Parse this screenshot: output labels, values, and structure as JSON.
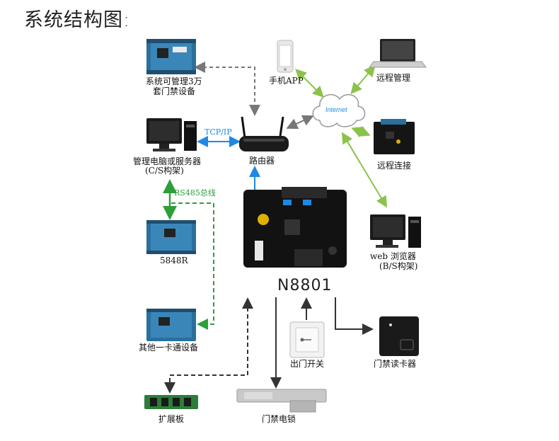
{
  "title": "系统结构图:",
  "nodes": {
    "multi_door": {
      "line1": "系统可管理3万",
      "line2": "套门禁设备"
    },
    "phone": {
      "label": "手机APP"
    },
    "internet": {
      "label": "Internet"
    },
    "remote_mgmt": {
      "label": "远程管理"
    },
    "pc_server": {
      "line1": "管理电脑或服务器",
      "line2": "(C/S构架)"
    },
    "router": {
      "label": "路由器"
    },
    "remote_conn": {
      "label": "远程连接"
    },
    "controller_5848": {
      "label": "5848R"
    },
    "web_browser": {
      "line1": "web 浏览器",
      "line2": "(B/S构架)"
    },
    "other_card": {
      "label": "其他一卡通设备"
    },
    "controller_main": {
      "label": "N8801"
    },
    "exit_button": {
      "label": "出门开关"
    },
    "card_reader": {
      "label": "门禁读卡器"
    },
    "expansion": {
      "label": "扩展板"
    },
    "door_lock": {
      "label": "门禁电锁"
    }
  },
  "links": {
    "tcpip": {
      "label": "TCP/IP"
    },
    "rs485": {
      "label": "RS485总线"
    }
  },
  "colors": {
    "blue": "#1e88e5",
    "green": "#2e9e3a",
    "gray": "#777777",
    "dark": "#333333"
  }
}
